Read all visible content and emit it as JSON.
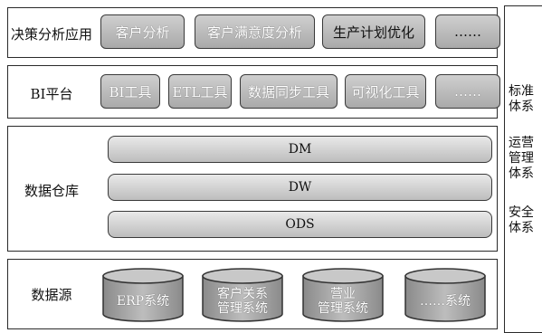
{
  "layers": {
    "decision": {
      "label": "决策分析应用",
      "items": [
        "客户分析",
        "客户满意度分析",
        "生产计划优化",
        "……"
      ]
    },
    "bi": {
      "label": "BI平台",
      "items": [
        "BI工具",
        "ETL工具",
        "数据同步工具",
        "可视化工具",
        "……"
      ]
    },
    "warehouse": {
      "label": "数据仓库",
      "bars": [
        "DM",
        "DW",
        "ODS"
      ]
    },
    "sources": {
      "label": "数据源",
      "items": [
        [
          "ERP系统"
        ],
        [
          "客户关系",
          "管理系统"
        ],
        [
          "营业",
          "管理系统"
        ],
        [
          "……系统"
        ]
      ]
    }
  },
  "side": {
    "items": [
      [
        "标准",
        "体系"
      ],
      [
        "运营",
        "管理",
        "体系"
      ],
      [
        "安全",
        "体系"
      ]
    ]
  },
  "colors": {
    "border": "#2a2a2a",
    "box_fill_top": "#cfcfcf",
    "box_fill_bottom": "#a9a9a9",
    "bar_fill_top": "#e9e9e9",
    "bar_fill_bottom": "#bdbdbd"
  }
}
